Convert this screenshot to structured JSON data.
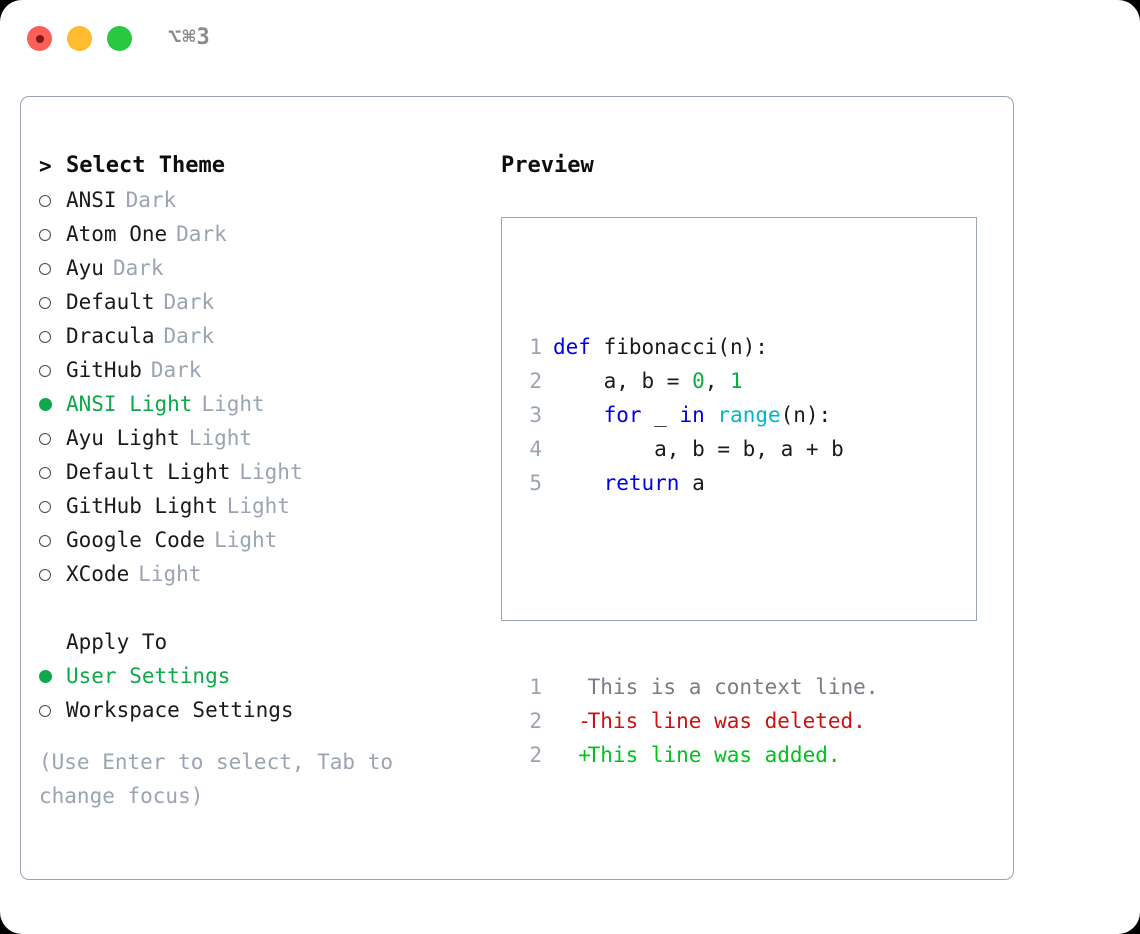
{
  "titlebar": {
    "shortcut": "⌥⌘3",
    "buttons": [
      {
        "name": "close",
        "color": "#fb5f57"
      },
      {
        "name": "minimize",
        "color": "#febc2e"
      },
      {
        "name": "maximize",
        "color": "#28c840"
      }
    ]
  },
  "theme_picker": {
    "heading": "Select Theme",
    "caret": ">",
    "radio_on": "●",
    "radio_off": "○",
    "items": [
      {
        "name": "ANSI",
        "suffix": "Dark",
        "selected": false
      },
      {
        "name": "Atom One",
        "suffix": "Dark",
        "selected": false
      },
      {
        "name": "Ayu",
        "suffix": "Dark",
        "selected": false
      },
      {
        "name": "Default",
        "suffix": "Dark",
        "selected": false
      },
      {
        "name": "Dracula",
        "suffix": "Dark",
        "selected": false
      },
      {
        "name": "GitHub",
        "suffix": "Dark",
        "selected": false
      },
      {
        "name": "ANSI Light",
        "suffix": "Light",
        "selected": true
      },
      {
        "name": "Ayu Light",
        "suffix": "Light",
        "selected": false
      },
      {
        "name": "Default Light",
        "suffix": "Light",
        "selected": false
      },
      {
        "name": "GitHub Light",
        "suffix": "Light",
        "selected": false
      },
      {
        "name": "Google Code",
        "suffix": "Light",
        "selected": false
      },
      {
        "name": "XCode",
        "suffix": "Light",
        "selected": false
      }
    ]
  },
  "apply_to": {
    "heading": "Apply To",
    "items": [
      {
        "name": "User Settings",
        "selected": true
      },
      {
        "name": "Workspace Settings",
        "selected": false
      }
    ]
  },
  "hint": "(Use Enter to select, Tab to change focus)",
  "preview": {
    "title": "Preview",
    "code_lines": [
      {
        "no": "1",
        "tokens": [
          {
            "t": "def",
            "c": "kw"
          },
          {
            "t": " fibonacci(n):",
            "c": ""
          }
        ]
      },
      {
        "no": "2",
        "tokens": [
          {
            "t": "    a, b = ",
            "c": ""
          },
          {
            "t": "0",
            "c": "num"
          },
          {
            "t": ", ",
            "c": ""
          },
          {
            "t": "1",
            "c": "num"
          }
        ]
      },
      {
        "no": "3",
        "tokens": [
          {
            "t": "    ",
            "c": ""
          },
          {
            "t": "for",
            "c": "kw"
          },
          {
            "t": " _ ",
            "c": ""
          },
          {
            "t": "in",
            "c": "kw"
          },
          {
            "t": " ",
            "c": ""
          },
          {
            "t": "range",
            "c": "fn"
          },
          {
            "t": "(n):",
            "c": ""
          }
        ]
      },
      {
        "no": "4",
        "tokens": [
          {
            "t": "        a, b = b, a + b",
            "c": ""
          }
        ]
      },
      {
        "no": "5",
        "tokens": [
          {
            "t": "    ",
            "c": ""
          },
          {
            "t": "return",
            "c": "kw"
          },
          {
            "t": " a",
            "c": ""
          }
        ]
      }
    ],
    "diff_lines": [
      {
        "no": "1",
        "mark": " ",
        "text": "This is a context line.",
        "kind": "ctx"
      },
      {
        "no": "2",
        "mark": "-",
        "text": "This line was deleted.",
        "kind": "del"
      },
      {
        "no": "2",
        "mark": "+",
        "text": "This line was added.",
        "kind": "add"
      }
    ]
  },
  "colors": {
    "accent_green": "#0fa84a",
    "muted": "#9aa4b2",
    "keyword": "#0000e6",
    "builtin": "#00b8c4",
    "number": "#00b33c",
    "diff_add": "#00c21f",
    "diff_del": "#cc1111",
    "border": "#9aa4b2"
  }
}
